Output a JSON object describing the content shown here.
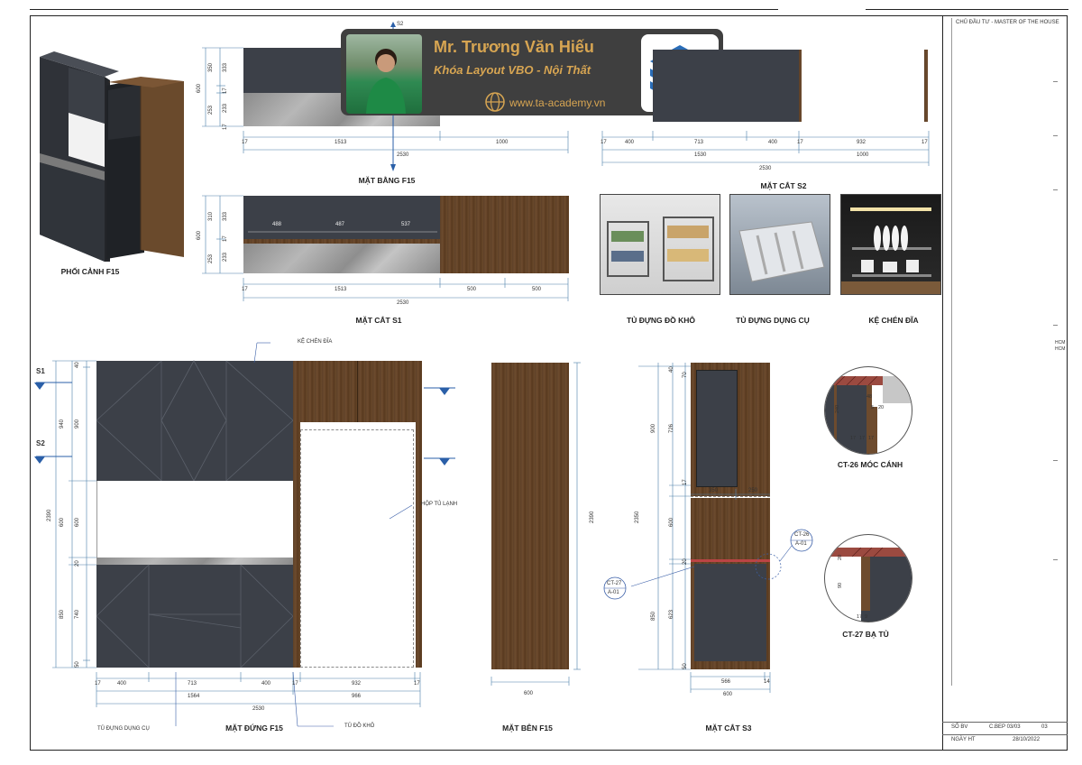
{
  "banner": {
    "name": "Mr. Trương Văn Hiếu",
    "course": "Khóa Layout VBO - Nội Thất",
    "website": "www.ta-academy.vn",
    "photo_icon": "person-photo-icon",
    "logo_icon": "stacked-layers-logo-icon",
    "globe_icon": "globe-icon",
    "accent_color": "#d7a552"
  },
  "title_block": {
    "header": "CHỦ ĐẦU TƯ - MASTER OF THE HOUSE",
    "rows": [
      {
        "label": "SỐ BV",
        "value": "C.BEP 03/03",
        "num": "03"
      },
      {
        "label": "NGÀY HT",
        "value": "28/10/2022",
        "num": ""
      }
    ],
    "side_notes": [
      "HCM",
      "HCM"
    ]
  },
  "views": {
    "perspective": "PHỐI CẢNH F15",
    "plan": "MẶT BẰNG F15",
    "section_s2": "MẶT CẮT S2",
    "section_s1": "MẶT CẮT S1",
    "elevation": "MẶT ĐỨNG F15",
    "side": "MẶT BÊN F15",
    "section_s3": "MẶT CẮT S3",
    "detail_ct26": "CT-26 MÓC CÁNH",
    "detail_ct27": "CT-27  BẠ TỦ"
  },
  "photos": {
    "p1": "TỦ ĐỰNG ĐỒ KHÔ",
    "p2": "TỦ ĐỰNG DỤNG CỤ",
    "p3": "KỆ CHÉN ĐĨA"
  },
  "annotations": {
    "dish_rack": "KỆ CHÉN ĐĨA",
    "fridge_box": "HỘP TỦ LẠNH",
    "tool_cabinet": "TỦ ĐỰNG DỤNG CỤ",
    "dry_cabinet": "TỦ ĐỒ KHÔ",
    "s1": "S1",
    "s2": "S2",
    "s2_top": "S2",
    "ct26_tag": "CT-26",
    "ct26_sub": "A-01",
    "ct27_tag": "CT-27",
    "ct27_sub": "A-01"
  },
  "dims": {
    "plan": {
      "h600": "600",
      "h350": "350",
      "h333": "333",
      "h253": "253",
      "h233": "233",
      "h17a": "17",
      "h17b": "17",
      "w17a": "17",
      "w1513": "1513",
      "w1000": "1000",
      "w2530": "2530"
    },
    "s2": {
      "w17a": "17",
      "w400a": "400",
      "w713": "713",
      "w400b": "400",
      "w17b": "17",
      "w932": "932",
      "w17c": "17",
      "w1530": "1530",
      "w1000": "1000",
      "w2530": "2530"
    },
    "s1": {
      "h600": "600",
      "h310": "310",
      "h333": "333",
      "h253": "253",
      "h233": "233",
      "h17": "17",
      "d488": "488",
      "d487": "487",
      "d537": "537",
      "w17": "17",
      "w1513": "1513",
      "w500a": "500",
      "w500b": "500",
      "w2530": "2530"
    },
    "elev": {
      "v40": "40",
      "v940": "940",
      "v900": "900",
      "v2390": "2390",
      "v600a": "600",
      "v600b": "600",
      "v20": "20",
      "v850": "850",
      "v740": "740",
      "v50": "50",
      "w17a": "17",
      "w400a": "400",
      "w713": "713",
      "w400b": "400",
      "w17b": "17",
      "w932": "932",
      "w17c": "17",
      "w1564": "1564",
      "w966": "966",
      "w2530": "2530"
    },
    "side": {
      "v2390": "2390",
      "w600": "600"
    },
    "s3": {
      "v40": "40",
      "v70": "70",
      "v900": "900",
      "v726": "726",
      "v17": "17",
      "v2350": "2350",
      "v600": "600",
      "v20": "20",
      "v850": "850",
      "v623": "623",
      "v50": "50",
      "w350": "350",
      "w250": "250",
      "w566": "566",
      "w14": "14",
      "w600": "600"
    },
    "ct26": {
      "d48": "48",
      "d240": "240",
      "d5": "5",
      "d20": "20",
      "d17a": "17",
      "d17b": "17",
      "d17c": "17"
    },
    "ct27": {
      "d20": "20",
      "d90": "90",
      "d17": "17",
      "d9": "9"
    }
  }
}
